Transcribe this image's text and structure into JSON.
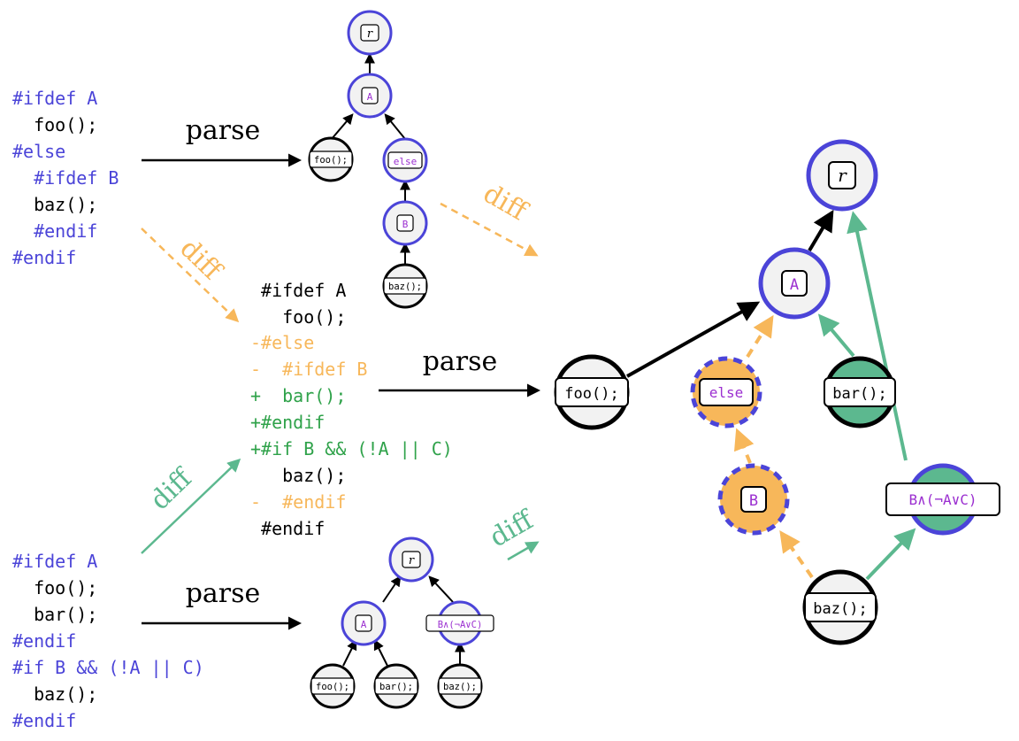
{
  "colors": {
    "blue": "#4B44D8",
    "orange": "#F7B75A",
    "green": "#5CB88F",
    "green_text": "#2FA24A",
    "black": "#000000",
    "node_fill": "#F2F2F2",
    "purple": "#9B2FD0"
  },
  "code_before": [
    "#ifdef A",
    "  foo();",
    "#else",
    "  #ifdef B",
    "  baz();",
    "  #endif",
    "#endif"
  ],
  "code_after": [
    "#ifdef A",
    "  foo();",
    "  bar();",
    "#endif",
    "#if B && (!A || C)",
    "  baz();",
    "#endif"
  ],
  "code_diff": [
    {
      "text": " #ifdef A",
      "kind": "ctx"
    },
    {
      "text": "   foo();",
      "kind": "ctx"
    },
    {
      "text": "-#else",
      "kind": "rem"
    },
    {
      "text": "-  #ifdef B",
      "kind": "rem"
    },
    {
      "text": "+  bar();",
      "kind": "add"
    },
    {
      "text": "+#endif",
      "kind": "add"
    },
    {
      "text": "+#if B && (!A || C)",
      "kind": "add"
    },
    {
      "text": "   baz();",
      "kind": "ctx"
    },
    {
      "text": "-  #endif",
      "kind": "rem"
    },
    {
      "text": " #endif",
      "kind": "ctx"
    }
  ],
  "labels": {
    "parse": "parse",
    "diff": "diff"
  },
  "tree_before": {
    "root": "r",
    "a": "A",
    "foo": "foo();",
    "else": "else",
    "b": "B",
    "baz": "baz();"
  },
  "tree_after": {
    "root": "r",
    "a": "A",
    "cond": "B∧(¬A∨C)",
    "foo": "foo();",
    "bar": "bar();",
    "baz": "baz();"
  },
  "diff_tree": {
    "root": "r",
    "a": "A",
    "foo": "foo();",
    "else": "else",
    "bar": "bar();",
    "b": "B",
    "cond": "B∧(¬A∨C)",
    "baz": "baz();"
  }
}
